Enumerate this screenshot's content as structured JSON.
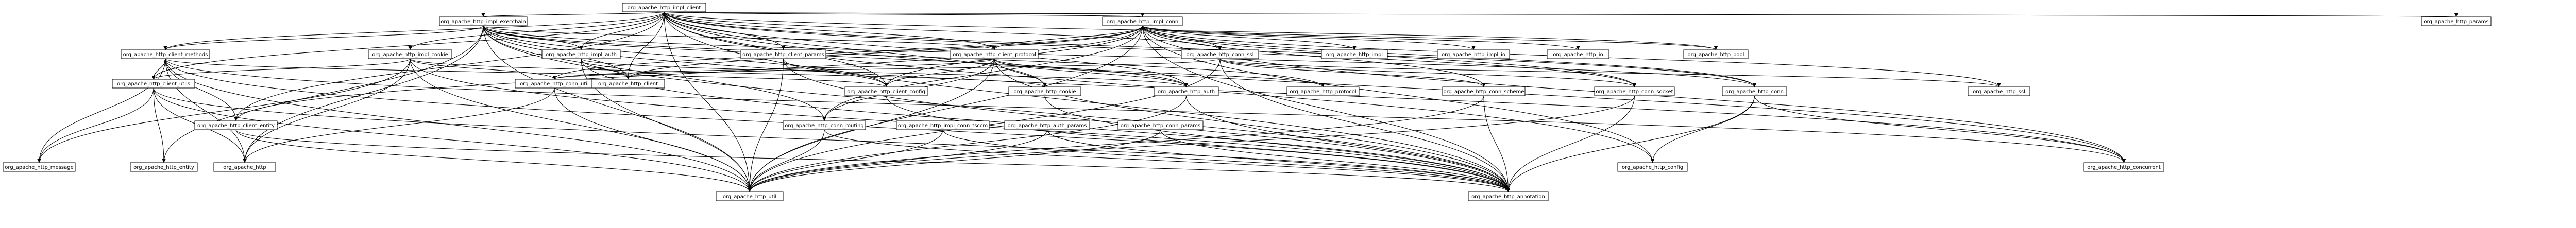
{
  "nodes": [
    {
      "id": "impl_client",
      "label": "org_apache_http_impl_client"
    },
    {
      "id": "impl_execchain",
      "label": "org_apache_http_impl_execchain"
    },
    {
      "id": "impl_conn",
      "label": "org_apache_http_impl_conn"
    },
    {
      "id": "params",
      "label": "org_apache_http_params"
    },
    {
      "id": "client_methods",
      "label": "org_apache_http_client_methods"
    },
    {
      "id": "impl_cookie",
      "label": "org_apache_http_impl_cookie"
    },
    {
      "id": "impl_auth",
      "label": "org_apache_http_impl_auth"
    },
    {
      "id": "client_params",
      "label": "org_apache_http_client_params"
    },
    {
      "id": "client_protocol",
      "label": "org_apache_http_client_protocol"
    },
    {
      "id": "conn_ssl",
      "label": "org_apache_http_conn_ssl"
    },
    {
      "id": "impl",
      "label": "org_apache_http_impl"
    },
    {
      "id": "impl_io",
      "label": "org_apache_http_impl_io"
    },
    {
      "id": "http_io",
      "label": "org_apache_http_io"
    },
    {
      "id": "pool",
      "label": "org_apache_http_pool"
    },
    {
      "id": "client_utils",
      "label": "org_apache_http_client_utils"
    },
    {
      "id": "conn_util",
      "label": "org_apache_http_conn_util"
    },
    {
      "id": "http_client",
      "label": "org_apache_http_client"
    },
    {
      "id": "client_entity",
      "label": "org_apache_http_client_entity"
    },
    {
      "id": "conn_routing",
      "label": "org_apache_http_conn_routing"
    },
    {
      "id": "impl_conn_tsccm",
      "label": "org_apache_http_impl_conn_tsccm"
    },
    {
      "id": "auth_params",
      "label": "org_apache_http_auth_params"
    },
    {
      "id": "conn_params",
      "label": "org_apache_http_conn_params"
    },
    {
      "id": "client_config",
      "label": "org_apache_http_client_config"
    },
    {
      "id": "cookie",
      "label": "org_apache_http_cookie"
    },
    {
      "id": "auth",
      "label": "org_apache_http_auth"
    },
    {
      "id": "protocol",
      "label": "org_apache_http_protocol"
    },
    {
      "id": "conn_scheme",
      "label": "org_apache_http_conn_scheme"
    },
    {
      "id": "conn_socket",
      "label": "org_apache_http_conn_socket"
    },
    {
      "id": "conn",
      "label": "org_apache_http_conn"
    },
    {
      "id": "ssl",
      "label": "org_apache_http_ssl"
    },
    {
      "id": "message",
      "label": "org_apache_http_message"
    },
    {
      "id": "entity",
      "label": "org_apache_http_entity"
    },
    {
      "id": "http",
      "label": "org_apache_http"
    },
    {
      "id": "util",
      "label": "org_apache_http_util"
    },
    {
      "id": "annotation",
      "label": "org_apache_http_annotation"
    },
    {
      "id": "config",
      "label": "org_apache_http_config"
    },
    {
      "id": "concurrent",
      "label": "org_apache_http_concurrent"
    }
  ],
  "edges": [
    [
      "impl_client",
      "impl_execchain"
    ],
    [
      "impl_client",
      "impl_conn"
    ],
    [
      "impl_client",
      "params"
    ],
    [
      "impl_client",
      "client_methods"
    ],
    [
      "impl_client",
      "impl_cookie"
    ],
    [
      "impl_client",
      "impl_auth"
    ],
    [
      "impl_client",
      "client_params"
    ],
    [
      "impl_client",
      "client_protocol"
    ],
    [
      "impl_client",
      "conn_ssl"
    ],
    [
      "impl_client",
      "http_client"
    ],
    [
      "impl_client",
      "client_utils"
    ],
    [
      "impl_client",
      "client_entity"
    ],
    [
      "impl_client",
      "client_config"
    ],
    [
      "impl_client",
      "cookie"
    ],
    [
      "impl_client",
      "auth"
    ],
    [
      "impl_client",
      "conn_socket"
    ],
    [
      "impl_client",
      "conn"
    ],
    [
      "impl_client",
      "pool"
    ],
    [
      "impl_client",
      "util"
    ],
    [
      "impl_client",
      "annotation"
    ],
    [
      "impl_client",
      "config"
    ],
    [
      "impl_client",
      "concurrent"
    ],
    [
      "impl_execchain",
      "client_methods"
    ],
    [
      "impl_execchain",
      "client_protocol"
    ],
    [
      "impl_execchain",
      "impl_auth"
    ],
    [
      "impl_execchain",
      "http_client"
    ],
    [
      "impl_execchain",
      "client_config"
    ],
    [
      "impl_execchain",
      "auth"
    ],
    [
      "impl_execchain",
      "conn_routing"
    ],
    [
      "impl_execchain",
      "protocol"
    ],
    [
      "impl_execchain",
      "conn"
    ],
    [
      "impl_execchain",
      "concurrent"
    ],
    [
      "impl_execchain",
      "entity"
    ],
    [
      "impl_execchain",
      "http"
    ],
    [
      "impl_execchain",
      "util"
    ],
    [
      "impl_execchain",
      "annotation"
    ],
    [
      "impl_conn",
      "impl"
    ],
    [
      "impl_conn",
      "impl_io"
    ],
    [
      "impl_conn",
      "http_io"
    ],
    [
      "impl_conn",
      "pool"
    ],
    [
      "impl_conn",
      "client_protocol"
    ],
    [
      "impl_conn",
      "conn_ssl"
    ],
    [
      "impl_conn",
      "conn_util"
    ],
    [
      "impl_conn",
      "conn_routing"
    ],
    [
      "impl_conn",
      "client_config"
    ],
    [
      "impl_conn",
      "conn_scheme"
    ],
    [
      "impl_conn",
      "conn_socket"
    ],
    [
      "impl_conn",
      "conn"
    ],
    [
      "impl_conn",
      "ssl"
    ],
    [
      "impl_conn",
      "config"
    ],
    [
      "impl_conn",
      "concurrent"
    ],
    [
      "impl_conn",
      "util"
    ],
    [
      "impl_conn",
      "annotation"
    ],
    [
      "client_methods",
      "client_utils"
    ],
    [
      "client_methods",
      "message"
    ],
    [
      "client_methods",
      "client_entity"
    ],
    [
      "client_methods",
      "http"
    ],
    [
      "client_methods",
      "util"
    ],
    [
      "client_methods",
      "annotation"
    ],
    [
      "client_methods",
      "client_config"
    ],
    [
      "client_methods",
      "concurrent"
    ],
    [
      "client_utils",
      "client_methods"
    ],
    [
      "client_utils",
      "message"
    ],
    [
      "client_utils",
      "entity"
    ],
    [
      "client_utils",
      "http"
    ],
    [
      "client_utils",
      "util"
    ],
    [
      "client_utils",
      "annotation"
    ],
    [
      "impl_cookie",
      "conn_util"
    ],
    [
      "impl_cookie",
      "client_utils"
    ],
    [
      "impl_cookie",
      "cookie"
    ],
    [
      "impl_cookie",
      "util"
    ],
    [
      "impl_cookie",
      "annotation"
    ],
    [
      "impl_cookie",
      "http"
    ],
    [
      "impl_cookie",
      "message"
    ],
    [
      "impl_auth",
      "http_client"
    ],
    [
      "impl_auth",
      "auth"
    ],
    [
      "impl_auth",
      "util"
    ],
    [
      "impl_auth",
      "annotation"
    ],
    [
      "client_params",
      "client_config"
    ],
    [
      "client_params",
      "util"
    ],
    [
      "client_params",
      "annotation"
    ],
    [
      "client_protocol",
      "client_config"
    ],
    [
      "client_protocol",
      "cookie"
    ],
    [
      "client_protocol",
      "auth"
    ],
    [
      "client_protocol",
      "conn_routing"
    ],
    [
      "client_protocol",
      "protocol"
    ],
    [
      "client_protocol",
      "conn_util"
    ],
    [
      "client_protocol",
      "util"
    ],
    [
      "client_protocol",
      "annotation"
    ],
    [
      "conn_ssl",
      "conn_socket"
    ],
    [
      "conn_ssl",
      "conn_scheme"
    ],
    [
      "conn_ssl",
      "ssl"
    ],
    [
      "conn_ssl",
      "conn_util"
    ],
    [
      "conn_ssl",
      "util"
    ],
    [
      "conn_ssl",
      "annotation"
    ],
    [
      "conn_util",
      "util"
    ],
    [
      "conn_util",
      "http"
    ],
    [
      "client_entity",
      "util"
    ],
    [
      "client_entity",
      "annotation"
    ],
    [
      "conn_routing",
      "util"
    ],
    [
      "conn_routing",
      "annotation"
    ],
    [
      "impl_conn_tsccm",
      "util"
    ],
    [
      "impl_conn_tsccm",
      "annotation"
    ],
    [
      "auth_params",
      "util"
    ],
    [
      "auth_params",
      "annotation"
    ],
    [
      "conn_params",
      "util"
    ],
    [
      "conn_params",
      "annotation"
    ],
    [
      "client_config",
      "annotation"
    ],
    [
      "cookie",
      "annotation"
    ],
    [
      "auth",
      "annotation"
    ],
    [
      "auth",
      "util"
    ],
    [
      "conn_scheme",
      "annotation"
    ],
    [
      "conn_scheme",
      "util"
    ],
    [
      "conn_socket",
      "annotation"
    ],
    [
      "conn_socket",
      "util"
    ],
    [
      "conn",
      "annotation"
    ],
    [
      "conn",
      "config"
    ],
    [
      "conn",
      "concurrent"
    ],
    [
      "impl_conn",
      "http_client"
    ],
    [
      "impl_conn",
      "client_entity"
    ]
  ]
}
